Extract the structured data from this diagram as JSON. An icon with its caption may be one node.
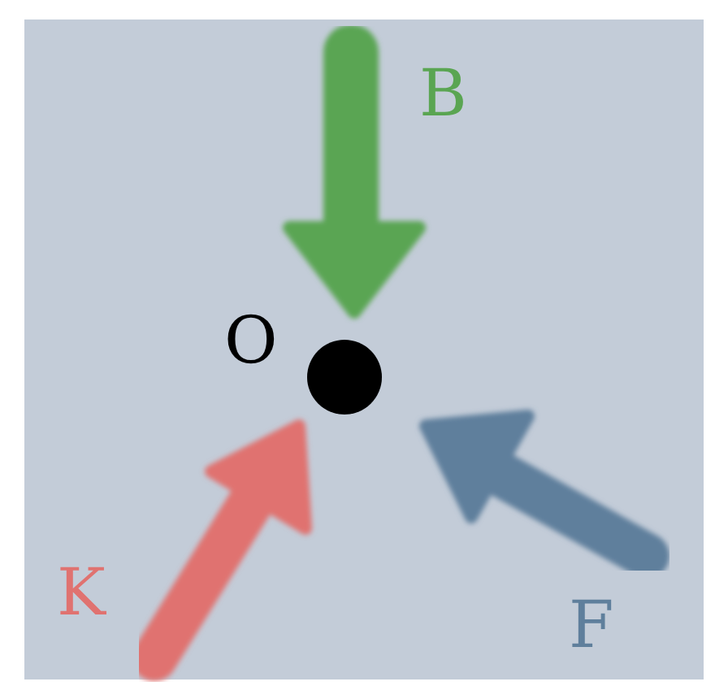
{
  "diagram": {
    "labels": [
      "B",
      "O",
      "K",
      "F"
    ]
  }
}
